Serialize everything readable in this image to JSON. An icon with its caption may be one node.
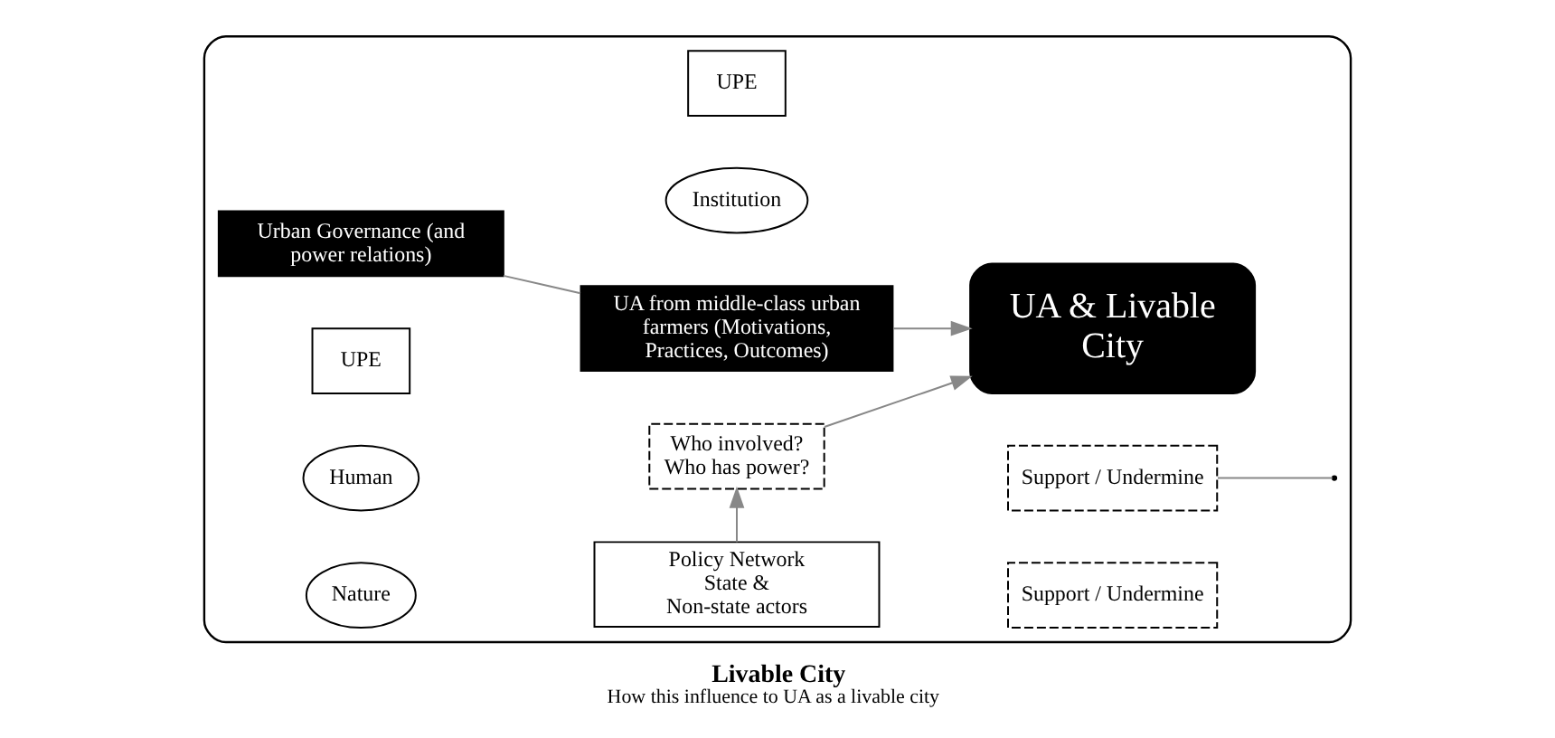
{
  "diagram": {
    "title": "Livable City",
    "caption": "How this influence to UA as a livable city",
    "nodes": [
      {
        "text": [],
        "shape": "box"
      },
      {
        "text": [
          "UPE"
        ],
        "in": 0
      },
      {
        "text": [
          "Institution"
        ],
        "in": 0
      },
      {
        "text": [
          "Urban Governance (and power relations)"
        ],
        "in": 0
      },
      {
        "text": [
          "UA & Livable City"
        ],
        "in": 0
      },
      {
        "text": [
          "UA from middle-class urban farmers (Motivations, Practices, Outcomes)"
        ],
        "in": 0
      },
      {
        "text": [
          "UPE"
        ],
        "in": 0
      },
      {
        "text": [
          "Human"
        ],
        "in": 0
      },
      {
        "text": [
          "Nature"
        ],
        "in": 0
      },
      {
        "text": [
          "Who involved? Who has power?"
        ],
        "in": 0
      },
      {
        "text": [
          "Policy Network State & Non-state actors"
        ],
        "in": 0
      },
      {
        "text": [
          "Support / Undermine"
        ],
        "in": 0
      },
      {
        "text": [
          "Support / Undermine"
        ],
        "in": 0
      }
    ],
    "edges": [
      {
        "from": 3,
        "to": 5,
        "arrow": "none"
      },
      {
        "from": 11,
        "to": null,
        "arrow": "none"
      },
      {
        "from": 9,
        "to": 4,
        "arrow": "to"
      },
      {
        "from": 5,
        "to": 4,
        "arrow": "to"
      },
      {
        "from": 10,
        "to": 9,
        "arrow": "to"
      }
    ]
  }
}
